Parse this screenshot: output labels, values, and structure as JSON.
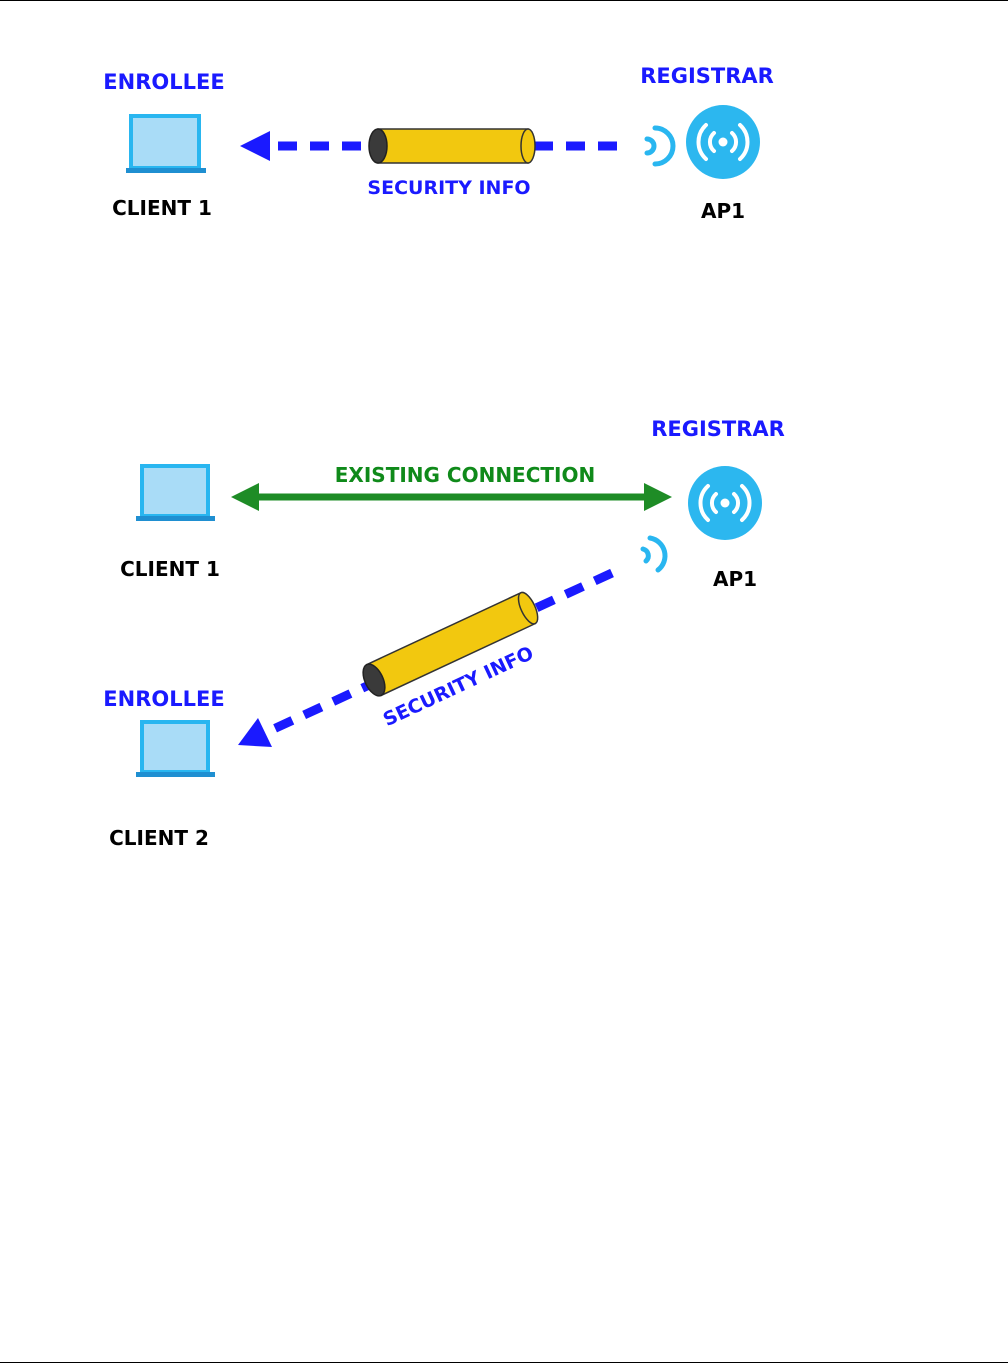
{
  "colors": {
    "label_blue": "#1a1aff",
    "label_black": "#000000",
    "connection_green": "#1e8c26",
    "arrow_blue": "#1a1aff",
    "device_blue": "#29b6f0",
    "screen_fill": "#a9dcf7",
    "tube_yellow": "#f2c80f",
    "tube_end": "#3a3a3a"
  },
  "diagram1": {
    "enrollee_label": "ENROLLEE",
    "client_label": "CLIENT 1",
    "registrar_label": "REGISTRAR",
    "ap_label": "AP1",
    "tube_label": "SECURITY INFO",
    "client_icon": "laptop-icon",
    "ap_icon": "wireless-access-point-icon"
  },
  "diagram2": {
    "client1_label": "CLIENT 1",
    "registrar_label": "REGISTRAR",
    "ap_label": "AP1",
    "connection_label": "EXISTING CONNECTION",
    "tube_label": "SECURITY INFO",
    "enrollee_label": "ENROLLEE",
    "client2_label": "CLIENT 2",
    "client_icon": "laptop-icon",
    "ap_icon": "wireless-access-point-icon"
  }
}
